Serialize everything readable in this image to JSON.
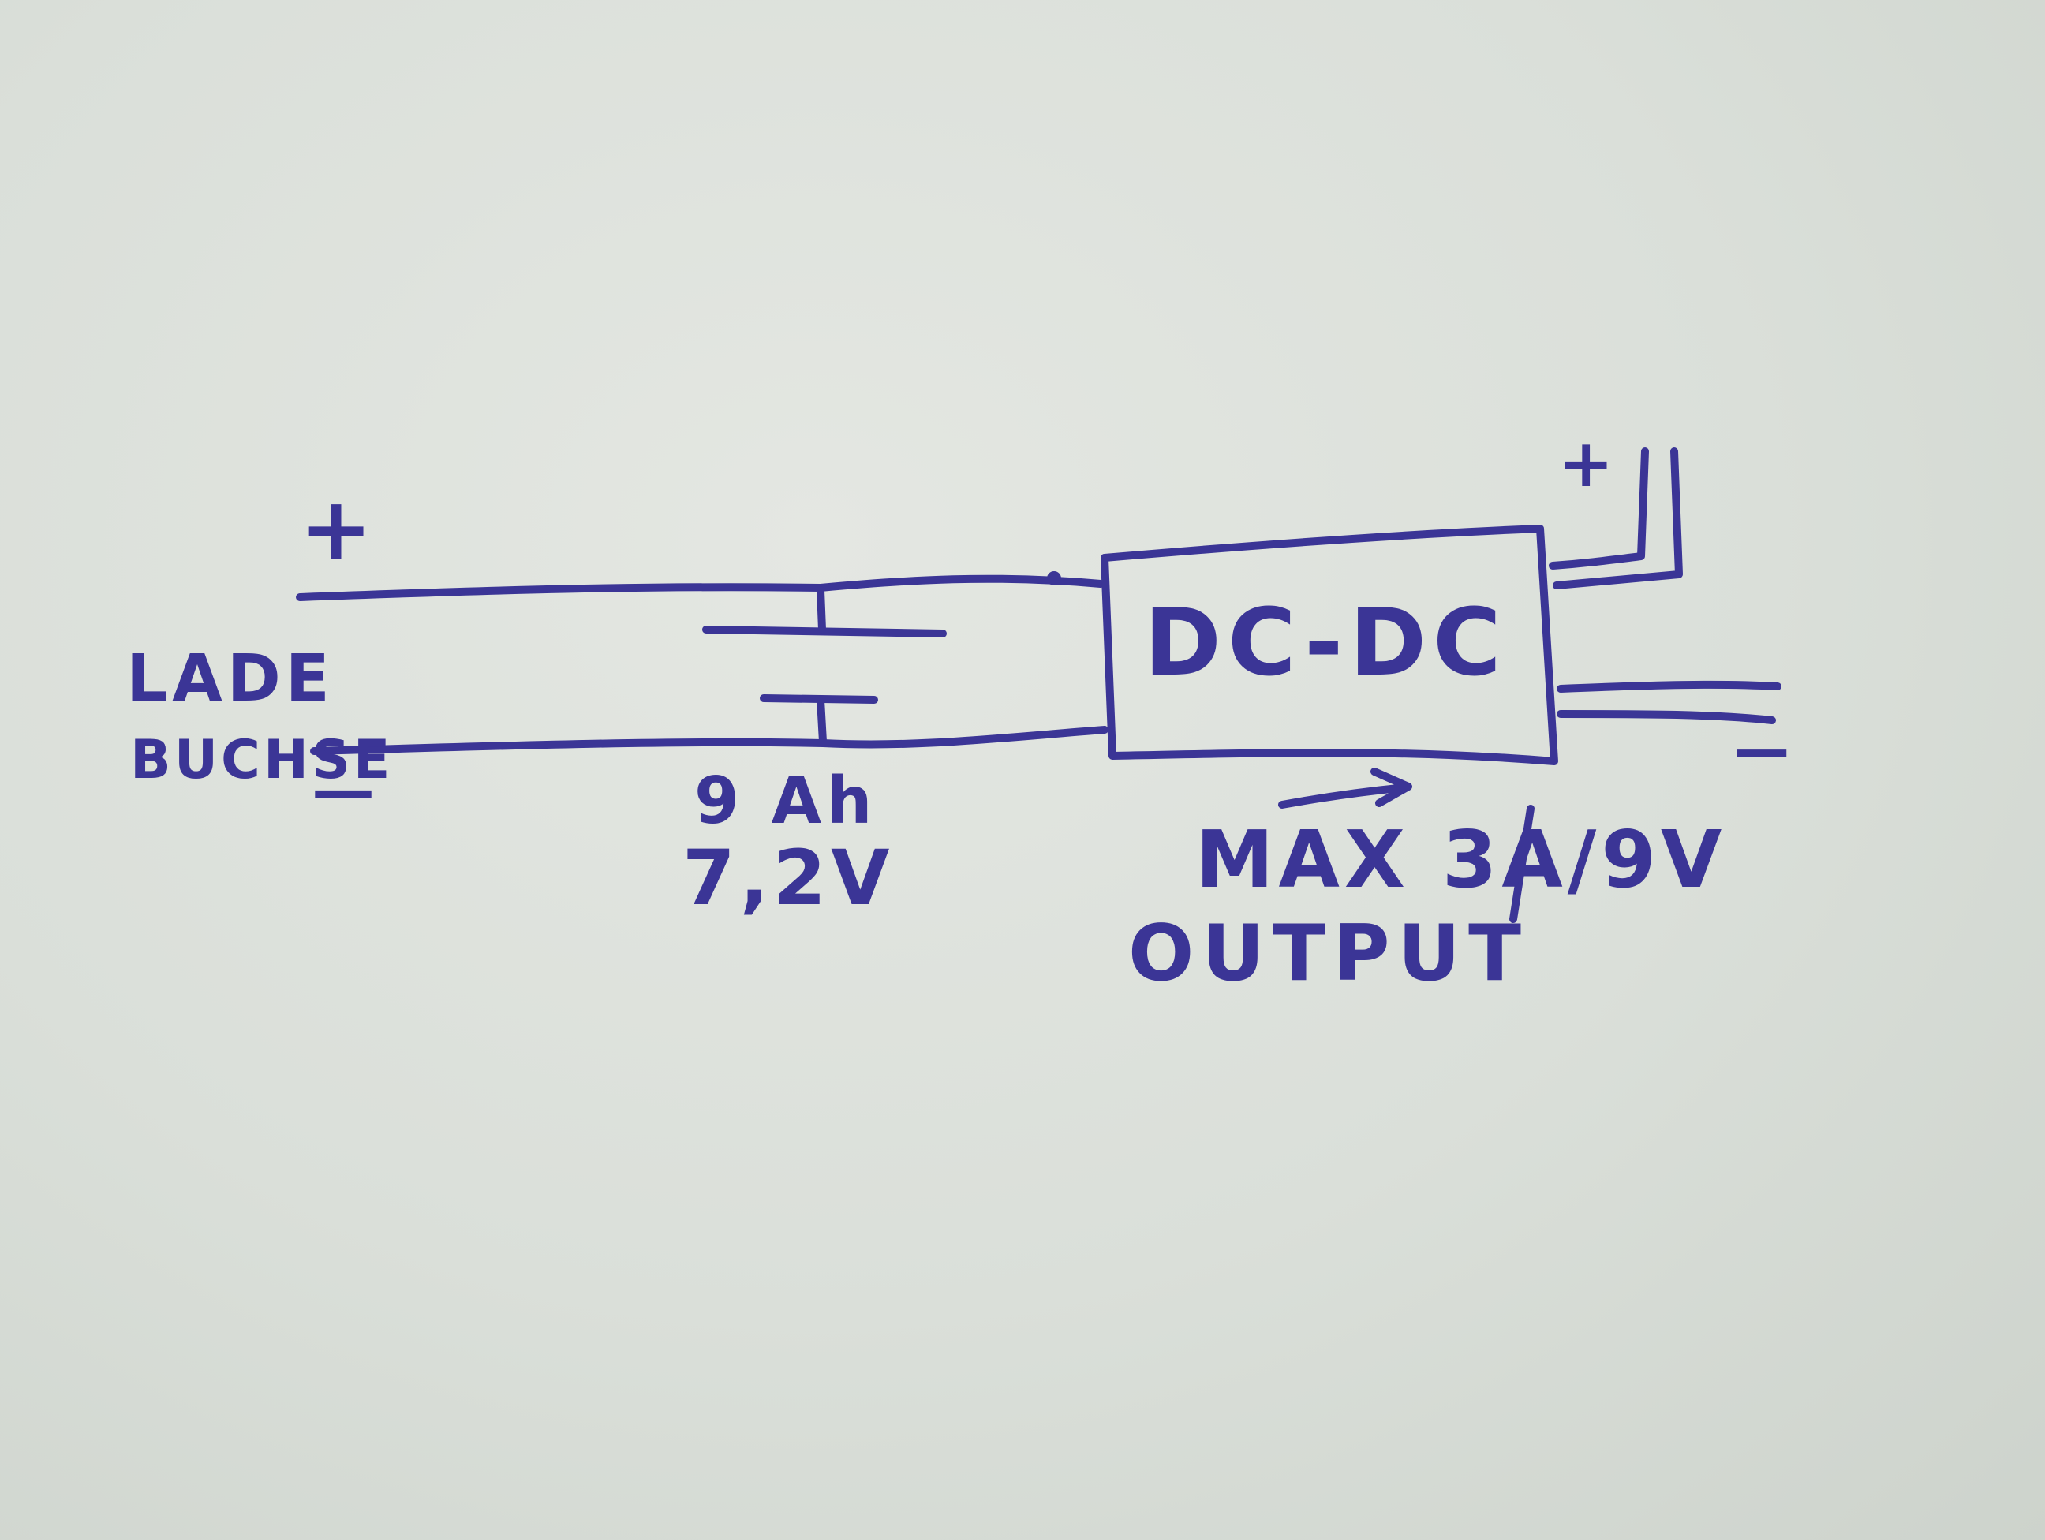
{
  "input": {
    "plus": "+",
    "minus": "—",
    "label_line1": "LADE",
    "label_line2": "BUCHSE"
  },
  "battery": {
    "capacity": "9 Ah",
    "voltage": "7,2V"
  },
  "converter": {
    "label": "DC-DC"
  },
  "output": {
    "plus": "+",
    "minus": "—",
    "spec": "MAX 3A/9V",
    "label": "OUTPUT"
  },
  "colors": {
    "ink": "#3b3596",
    "paper": "#dde1dc"
  }
}
